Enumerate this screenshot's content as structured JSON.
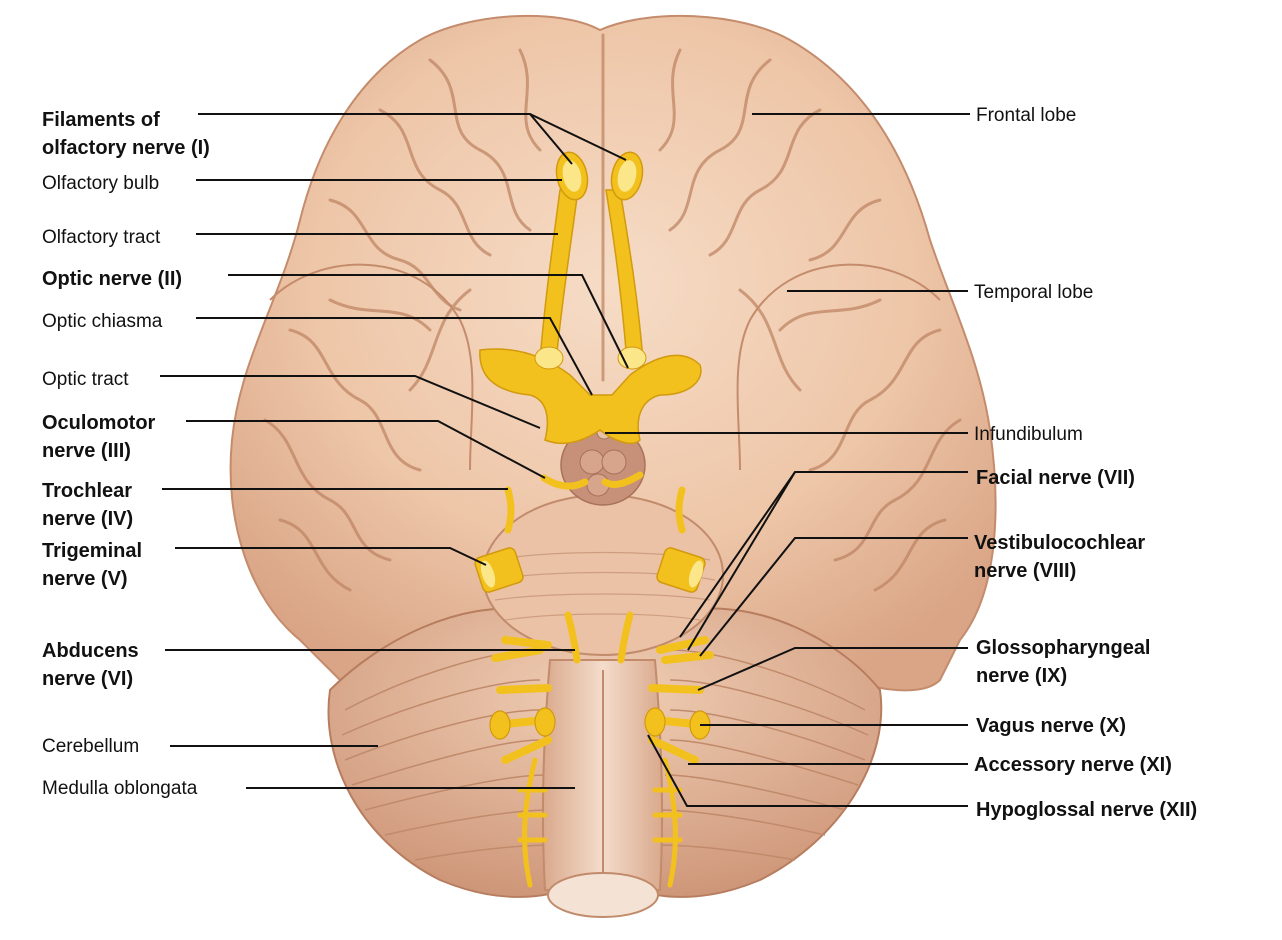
{
  "colors": {
    "brain_base": "#eec6a8",
    "brain_shadow": "#c98e6e",
    "brain_fold": "#b77d5e",
    "brain_highlight": "#f9e3d0",
    "nerve": "#f3c11e",
    "nerve_dark": "#d29a0c",
    "nerve_light": "#fbe68a",
    "leader": "#111111"
  },
  "labels_left": {
    "olfactory_filaments": "Filaments of\nolfactory nerve (I)",
    "olfactory_bulb": "Olfactory bulb",
    "olfactory_tract": "Olfactory tract",
    "optic_nerve": "Optic nerve (II)",
    "optic_chiasma": "Optic chiasma",
    "optic_tract": "Optic tract",
    "oculomotor": "Oculomotor\nnerve (III)",
    "trochlear": "Trochlear\nnerve (IV)",
    "trigeminal": "Trigeminal\nnerve (V)",
    "abducens": "Abducens\nnerve (VI)",
    "cerebellum": "Cerebellum",
    "medulla": "Medulla oblongata"
  },
  "labels_right": {
    "frontal_lobe": "Frontal lobe",
    "temporal_lobe": "Temporal lobe",
    "infundibulum": "Infundibulum",
    "facial": "Facial nerve (VII)",
    "vestibulocochlear": "Vestibulocochlear\nnerve (VIII)",
    "glossopharyngeal": "Glossopharyngeal\nnerve (IX)",
    "vagus": "Vagus nerve (X)",
    "accessory": "Accessory nerve (XI)",
    "hypoglossal": "Hypoglossal nerve (XII)"
  }
}
